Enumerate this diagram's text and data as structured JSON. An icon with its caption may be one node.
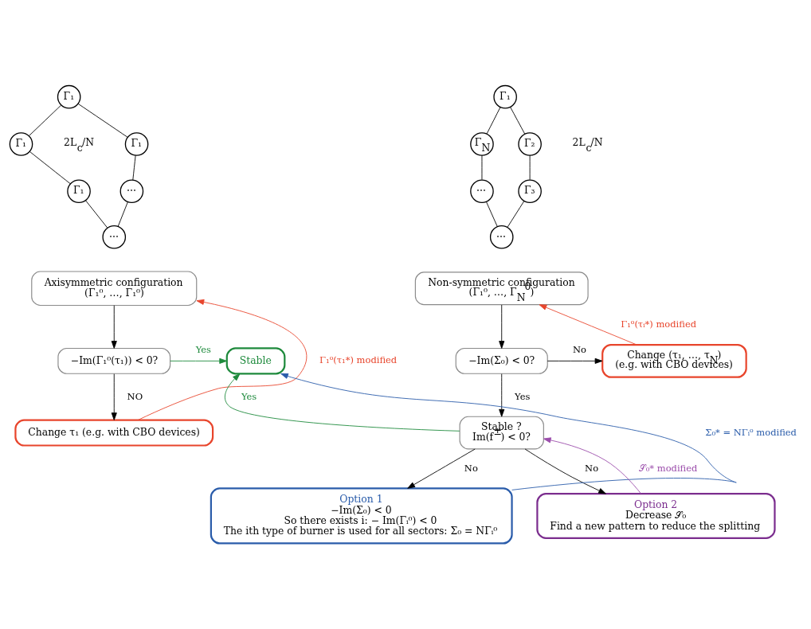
{
  "diagram": {
    "nodes": [
      {
        "text": [
          "Γ₁"
        ]
      },
      {
        "text": [
          "Γ₁"
        ]
      },
      {
        "text": [
          "Γ₁"
        ]
      },
      {
        "text": [
          "⋯"
        ]
      },
      {
        "text": [
          "Γ₁"
        ]
      },
      {
        "text": [
          "⋯"
        ]
      },
      {
        "text": [
          "Γ₁"
        ]
      },
      {
        "text": [
          "Γ$_{N}$"
        ]
      },
      {
        "text": [
          "Γ₂"
        ]
      },
      {
        "text": [
          "⋯"
        ]
      },
      {
        "text": [
          "Γ₃"
        ]
      },
      {
        "text": [
          "⋯"
        ]
      },
      {
        "text": [
          "Axisymmetric configuration",
          "(Γ₁⁰, …, Γ₁⁰)"
        ]
      },
      {
        "text": [
          "−Im(Γ₁⁰(τ₁)) < 0?"
        ]
      },
      {
        "text": [
          "Change τ₁ (e.g. with CBO devices)"
        ]
      },
      {
        "text": [
          "Stable"
        ]
      },
      {
        "text": [
          "Non-symmetric configuration",
          "(Γ₁⁰, …, Γ$_{N}$$^{0}$)"
        ]
      },
      {
        "text": [
          "Change (τ₁, …, τ$_{N}$)",
          "(e.g. with CBO devices)"
        ]
      },
      {
        "text": [
          "−Im(Σ₀) < 0?"
        ]
      },
      {
        "text": [
          "Stable ?",
          "Im(f$^{±}$) < 0?"
        ]
      },
      {
        "text": [
          "Option 1",
          "−Im(Σ₀) < 0",
          "So there exists i: − Im(Γᵢ⁰) < 0",
          "The ith type of burner is used for all sectors: Σ₀ = NΓᵢ⁰"
        ]
      },
      {
        "text": [
          "Option 2",
          "Decrease 𝒮₀",
          "Find a new pattern to reduce the splitting"
        ]
      }
    ],
    "edges": [
      {
        "from": 0,
        "to": 1,
        "arrow": "none"
      },
      {
        "from": 0,
        "to": 2,
        "arrow": "none"
      },
      {
        "from": 1,
        "to": 3,
        "arrow": "none"
      },
      {
        "from": 2,
        "to": 4,
        "arrow": "none"
      },
      {
        "from": 3,
        "to": 5,
        "arrow": "none"
      },
      {
        "from": 4,
        "to": 5,
        "arrow": "none"
      },
      {
        "from": 6,
        "to": 7,
        "arrow": "none"
      },
      {
        "from": 6,
        "to": 8,
        "arrow": "none"
      },
      {
        "from": 7,
        "to": 9,
        "arrow": "none"
      },
      {
        "from": 8,
        "to": 10,
        "arrow": "none"
      },
      {
        "from": 9,
        "to": 11,
        "arrow": "none"
      },
      {
        "from": 10,
        "to": 11,
        "arrow": "none"
      },
      {
        "from": 12,
        "to": 13,
        "arrow": "to"
      },
      {
        "from": 13,
        "to": 14,
        "arrow": "to",
        "label": "NO"
      },
      {
        "from": 14,
        "to": 12,
        "arrow": "to",
        "label": "Γ₁⁰(τ₁*) modified",
        "color": "#e8452c"
      },
      {
        "from": 13,
        "to": 15,
        "arrow": "to",
        "label": "Yes",
        "color": "#1e8a3c"
      },
      {
        "from": 17,
        "to": 16,
        "arrow": "to",
        "label": "Γ₁⁰(τᵢ*) modified",
        "color": "#e8452c"
      },
      {
        "from": 16,
        "to": 18,
        "arrow": "to"
      },
      {
        "from": 18,
        "to": 17,
        "arrow": "to",
        "label": "No"
      },
      {
        "from": 18,
        "to": 19,
        "arrow": "to",
        "label": "Yes"
      },
      {
        "from": 19,
        "to": 15,
        "arrow": "to",
        "label": "Yes",
        "color": "#1e8a3c"
      },
      {
        "from": 19,
        "to": 20,
        "arrow": "to",
        "label": "No"
      },
      {
        "from": 19,
        "to": 21,
        "arrow": "to",
        "label": "No"
      },
      {
        "from": 20,
        "to": 15,
        "arrow": "to",
        "label": "Σ₀* = NΓᵢ⁰ modified",
        "color": "#2a5caa"
      },
      {
        "from": 21,
        "to": 19,
        "arrow": "to",
        "label": "𝒮₀* modified",
        "color": "#9b4dab"
      }
    ],
    "labels": [
      "2L$_{c}$/N",
      "2L$_{c}$/N"
    ]
  }
}
